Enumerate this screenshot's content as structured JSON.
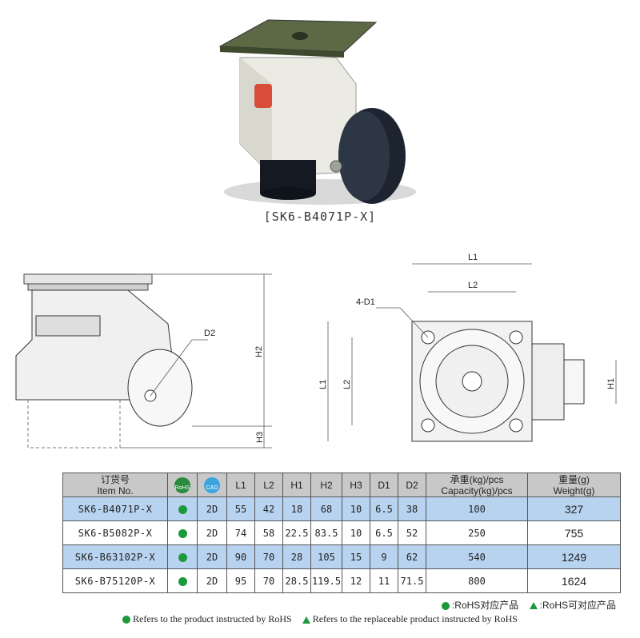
{
  "product_caption": "[SK6-B4071P-X]",
  "side_view": {
    "label_d2": "D2",
    "label_h2": "H2",
    "label_h3": "H3"
  },
  "top_view": {
    "label_l1_top": "L1",
    "label_l2_top": "L2",
    "label_4d1": "4-D1",
    "label_l1_left": "L1",
    "label_l2_left": "L2",
    "label_h1": "H1"
  },
  "table": {
    "headers": {
      "item_cn": "订货号",
      "item_en": "Item No.",
      "rohs": "RoHS",
      "cad": "CAD",
      "l1": "L1",
      "l2": "L2",
      "h1": "H1",
      "h2": "H2",
      "h3": "H3",
      "d1": "D1",
      "d2": "D2",
      "capacity_cn": "承重(kg)/pcs",
      "capacity_en": "Capacity(kg)/pcs",
      "weight_cn": "重量(g)",
      "weight_en": "Weight(g)"
    },
    "rows": [
      {
        "item": "SK6-B4071P-X",
        "cad": "2D",
        "l1": "55",
        "l2": "42",
        "h1": "18",
        "h2": "68",
        "h3": "10",
        "d1": "6.5",
        "d2": "38",
        "capacity": "100",
        "weight": "327"
      },
      {
        "item": "SK6-B5082P-X",
        "cad": "2D",
        "l1": "74",
        "l2": "58",
        "h1": "22.5",
        "h2": "83.5",
        "h3": "10",
        "d1": "6.5",
        "d2": "52",
        "capacity": "250",
        "weight": "755"
      },
      {
        "item": "SK6-B63102P-X",
        "cad": "2D",
        "l1": "90",
        "l2": "70",
        "h1": "28",
        "h2": "105",
        "h3": "15",
        "d1": "9",
        "d2": "62",
        "capacity": "540",
        "weight": "1249"
      },
      {
        "item": "SK6-B75120P-X",
        "cad": "2D",
        "l1": "95",
        "l2": "70",
        "h1": "28.5",
        "h2": "119.5",
        "h3": "12",
        "d1": "11",
        "d2": "71.5",
        "capacity": "800",
        "weight": "1624"
      }
    ]
  },
  "legend": {
    "cn_rohs": ":RoHS对应产品",
    "cn_replaceable": ":RoHS可对应产品",
    "en_rohs": "Refers to the product instructed by RoHS",
    "en_replaceable": "Refers to the replaceable product instructed by RoHS"
  },
  "colors": {
    "row_highlight": "#b8d3f0",
    "header_bg": "#c8c8c8",
    "rohs_green": "#1a9a3a"
  }
}
